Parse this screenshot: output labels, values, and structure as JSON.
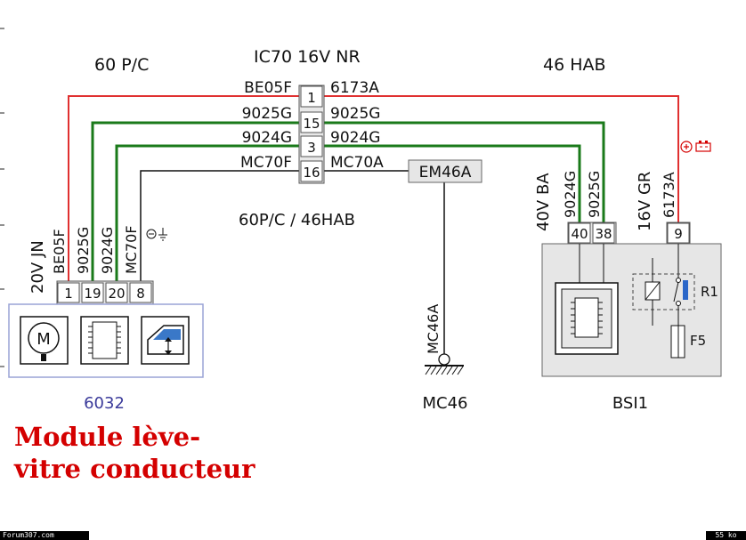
{
  "headers": {
    "left": "60 P/C",
    "center": "IC70  16V  NR",
    "right": "46 HAB",
    "middle": "60P/C / 46HAB"
  },
  "connector_ic70": {
    "pins": [
      "1",
      "15",
      "3",
      "16"
    ],
    "left_labels": [
      "BE05F",
      "9025G",
      "9024G",
      "MC70F"
    ],
    "right_labels": [
      "6173A",
      "9025G",
      "9024G",
      "MC70A"
    ]
  },
  "em46a": "EM46A",
  "mc46a_wire": "MC46A",
  "mc46": "MC46",
  "module_6032": {
    "name": "6032",
    "connector": "20V  JN",
    "wires": [
      "BE05F",
      "9025G",
      "9024G",
      "MC70F"
    ],
    "pins": [
      "1",
      "19",
      "20",
      "8"
    ]
  },
  "bsi1": {
    "name": "BSI1",
    "connector_left": "40V  BA",
    "wires_left": [
      "9024G",
      "9025G"
    ],
    "pins_left": [
      "40",
      "38"
    ],
    "connector_right": "16V  GR",
    "wire_right": "6173A",
    "pin_right": "9",
    "relay": "R1",
    "fuse": "F5"
  },
  "ground_symbol": "⊖ ⏚",
  "battery_symbol": "⊕",
  "title_lines": [
    "Module lève-",
    "vitre conducteur"
  ],
  "footer": {
    "left": "Forum307.com",
    "right": "55 ko"
  },
  "colors": {
    "red_wire": "#e03030",
    "green_wire": "#1a7a1a",
    "black_wire": "#111111",
    "module_border": "#9aa3d6",
    "bsi_fill": "#e6e6e6",
    "title": "#d40000"
  }
}
